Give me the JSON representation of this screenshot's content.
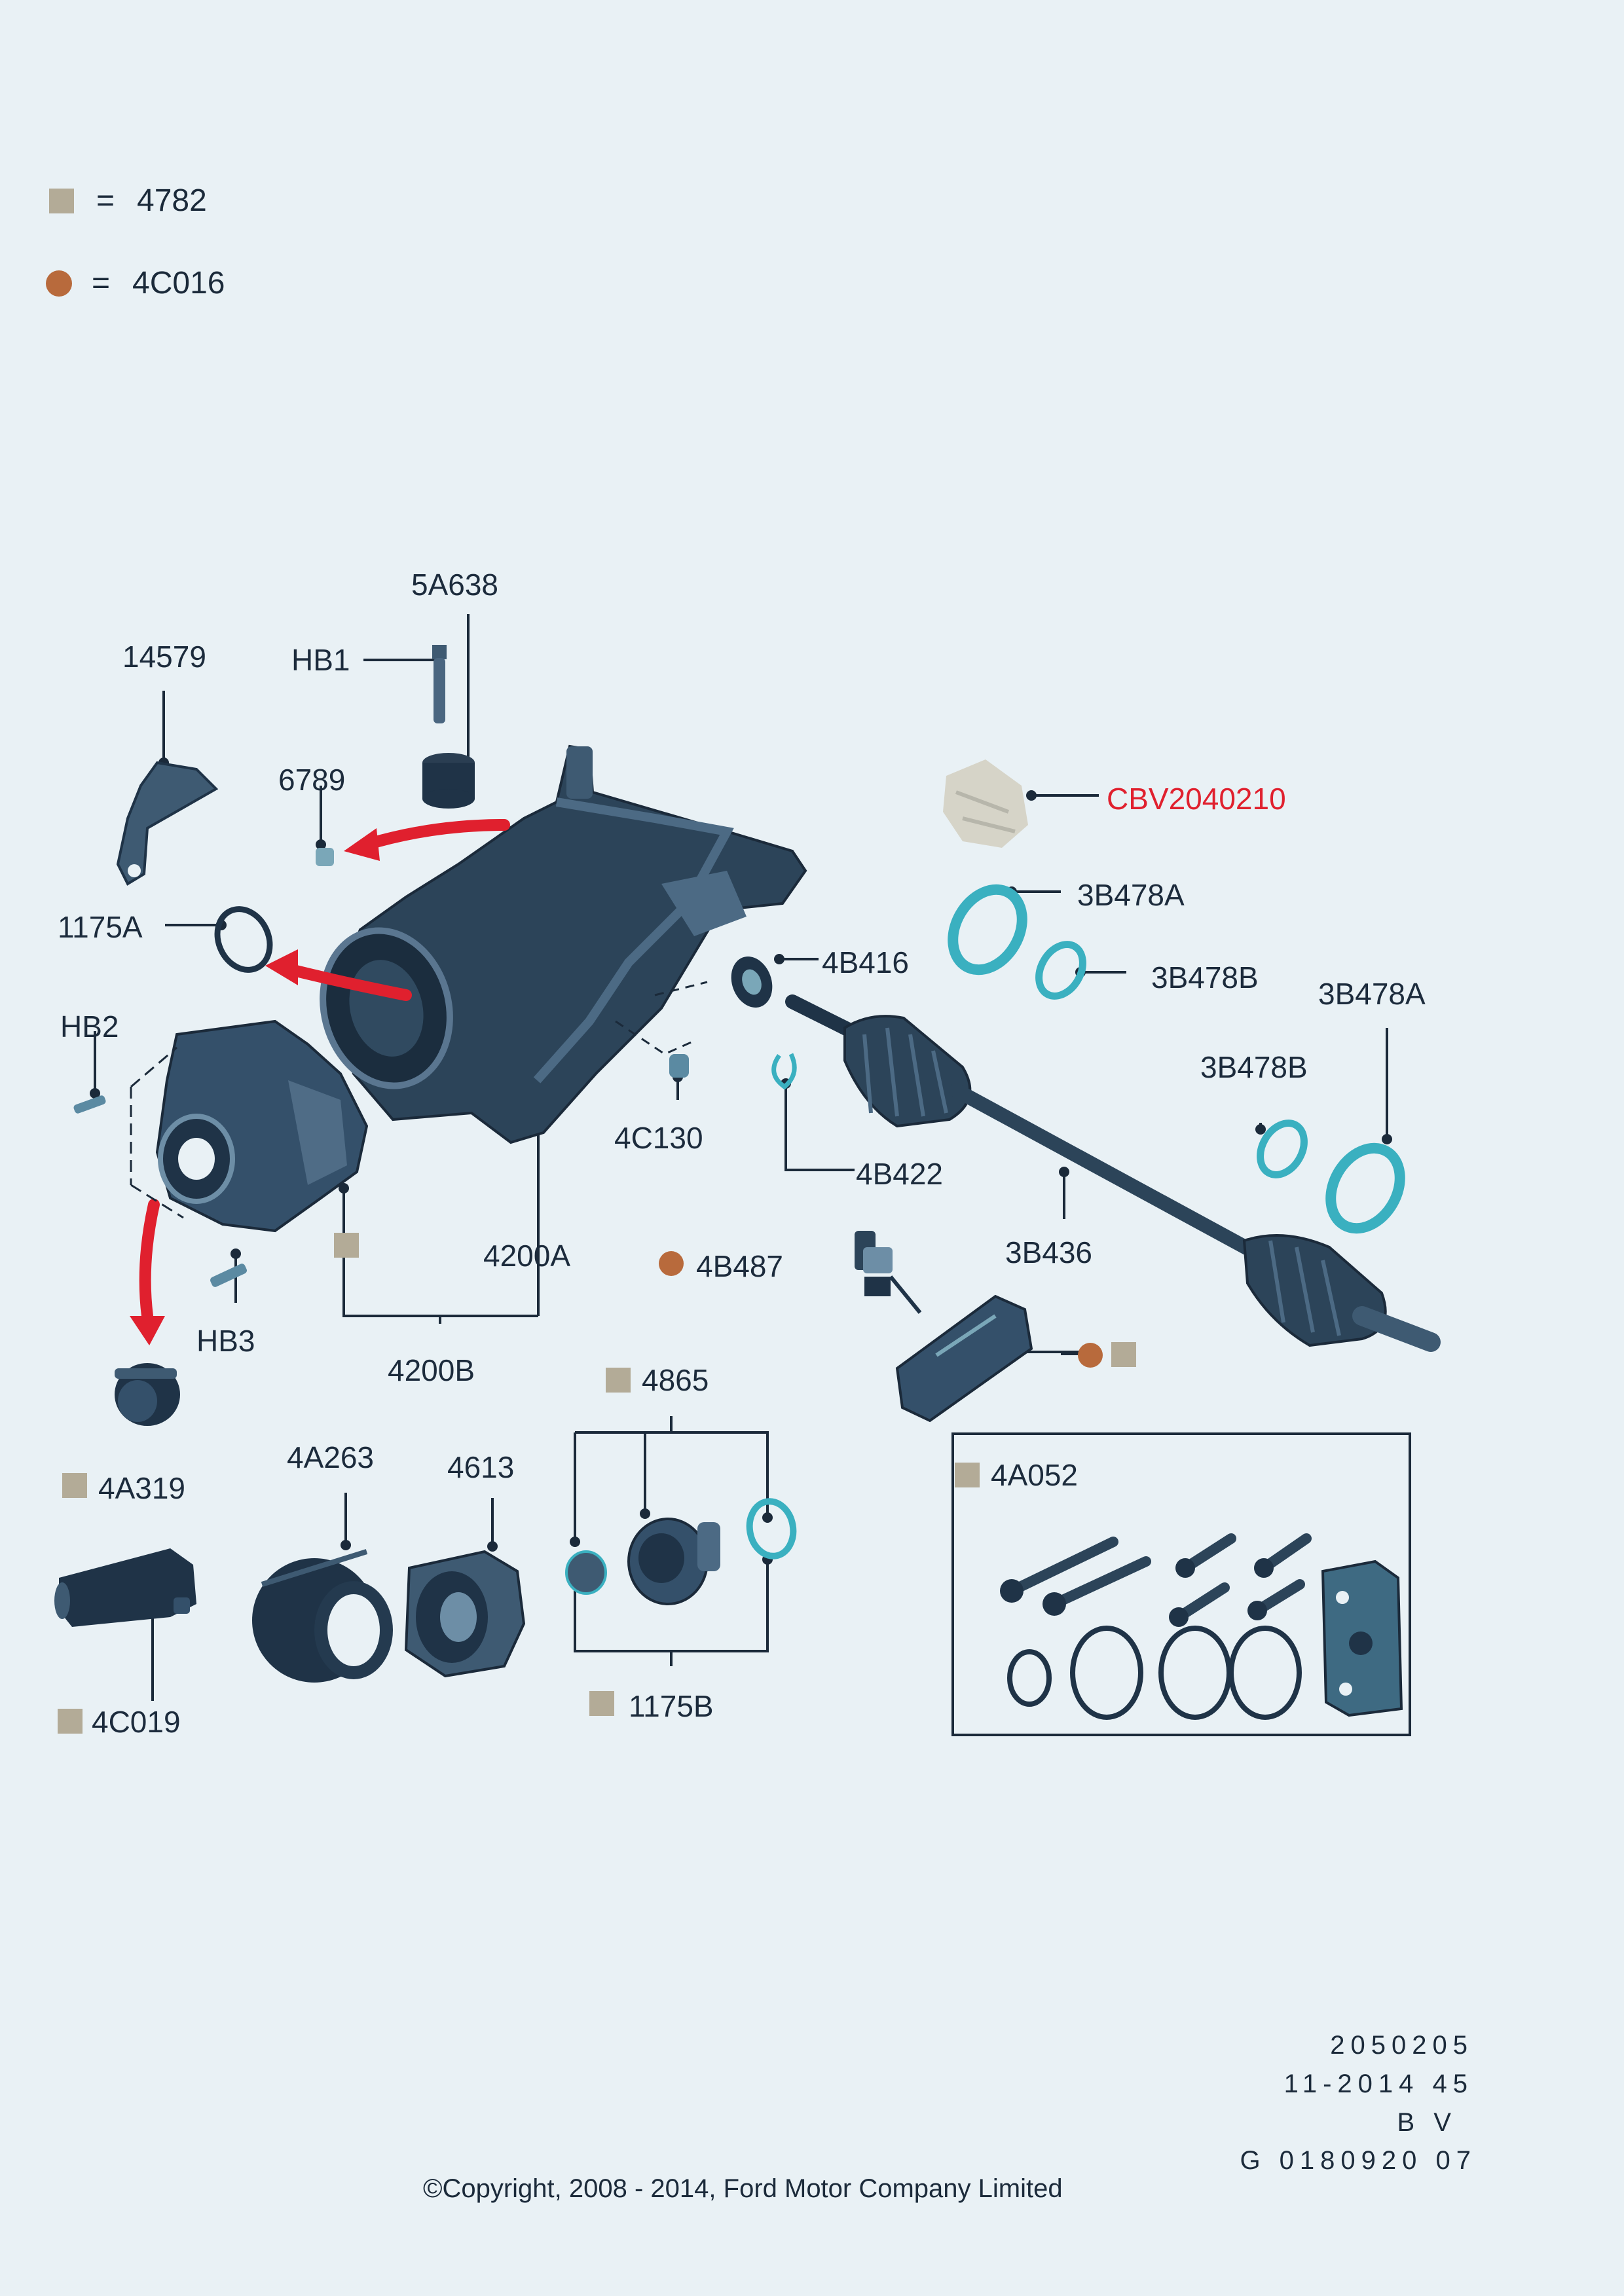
{
  "legend": [
    {
      "marker": "square",
      "color": "#b3ab97",
      "sign": "=",
      "code": "4782"
    },
    {
      "marker": "circle",
      "color": "#b86a3c",
      "sign": "=",
      "code": "4C016"
    }
  ],
  "callouts": {
    "c5A638": "5A638",
    "c14579": "14579",
    "cHB1": "HB1",
    "c6789": "6789",
    "c1175A": "1175A",
    "cHB2": "HB2",
    "cHB3": "HB3",
    "c4A319": "4A319",
    "c4200A": "4200A",
    "c4200B": "4200B",
    "c4C130": "4C130",
    "c4B416": "4B416",
    "c4B422": "4B422",
    "cCBV": "CBV2040210",
    "c3B478A_1": "3B478A",
    "c3B478B_1": "3B478B",
    "c3B478A_2": "3B478A",
    "c3B478B_2": "3B478B",
    "c3B436": "3B436",
    "c4B487": "4B487",
    "c4865": "4865",
    "c4A263": "4A263",
    "c4613": "4613",
    "c4A052": "4A052",
    "c4C019": "4C019",
    "c1175B": "1175B"
  },
  "colors": {
    "accent_red": "#e0202e",
    "part_dark": "#1f3347",
    "part_mid": "#3e5a72",
    "seal_cyan": "#3ab0c0",
    "tan": "#b3ab97",
    "copper": "#b86a3c"
  },
  "reference": {
    "line1": "2050205",
    "line2": "11-2014 45",
    "line3": "B V",
    "line4": "G 0180920 07"
  },
  "copyright": "©Copyright, 2008 - 2014, Ford Motor Company Limited"
}
